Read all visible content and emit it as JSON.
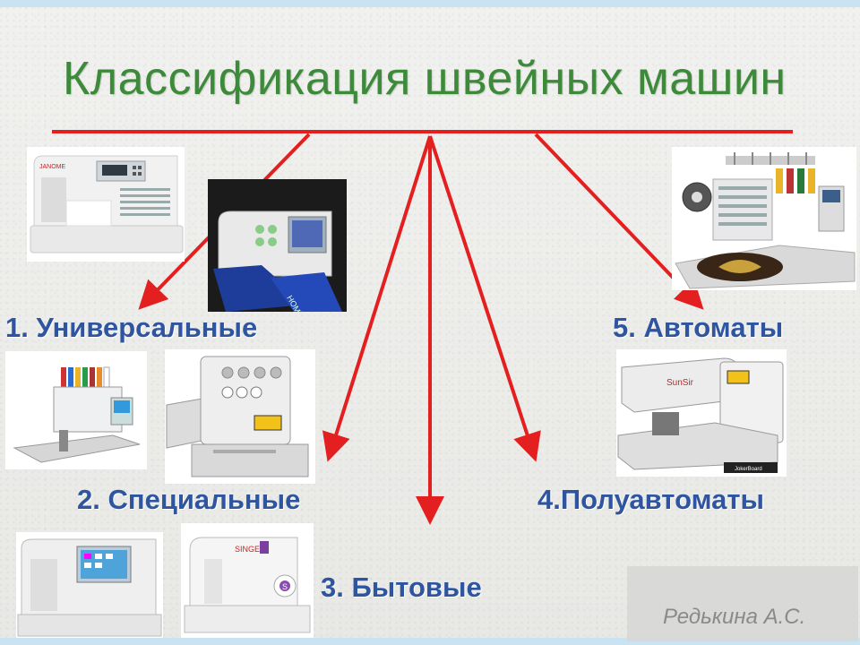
{
  "title": "Классификация швейных машин",
  "categories": [
    {
      "label": "1. Универсальные"
    },
    {
      "label": "2. Специальные"
    },
    {
      "label": "3. Бытовые"
    },
    {
      "label": "4.Полуавтоматы"
    },
    {
      "label": "5. Автоматы"
    }
  ],
  "author": "Редькина А.С.",
  "colors": {
    "title": "#3c8a3a",
    "labels": "#2f55a0",
    "arrows": "#e41f1f"
  }
}
